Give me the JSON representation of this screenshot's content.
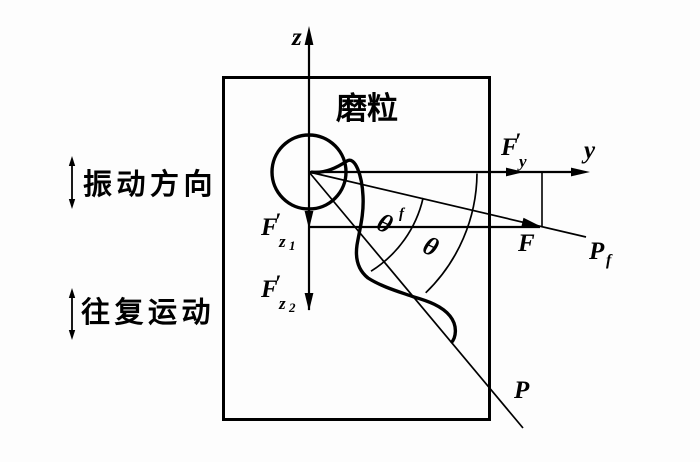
{
  "diagram": {
    "ink_color": "#000000",
    "background_color": "#fdfdfd",
    "box_label": "磨粒",
    "axis_z": "z",
    "axis_y": "y",
    "vibration_label": "振动方向",
    "reciprocation_label": "往复运动",
    "force_fy": {
      "base": "F",
      "prime": "′",
      "sub": "y"
    },
    "force_fz1": {
      "base": "F",
      "prime": "′",
      "sub": "z",
      "subsub": "1"
    },
    "force_fz2": {
      "base": "F",
      "prime": "′",
      "sub": "z",
      "subsub": "2"
    },
    "force_f": "F",
    "line_pf": {
      "base": "P",
      "sub": "f"
    },
    "line_p": "P",
    "angle_theta_f": {
      "base": "θ",
      "sub": "f"
    },
    "angle_theta": "θ"
  }
}
